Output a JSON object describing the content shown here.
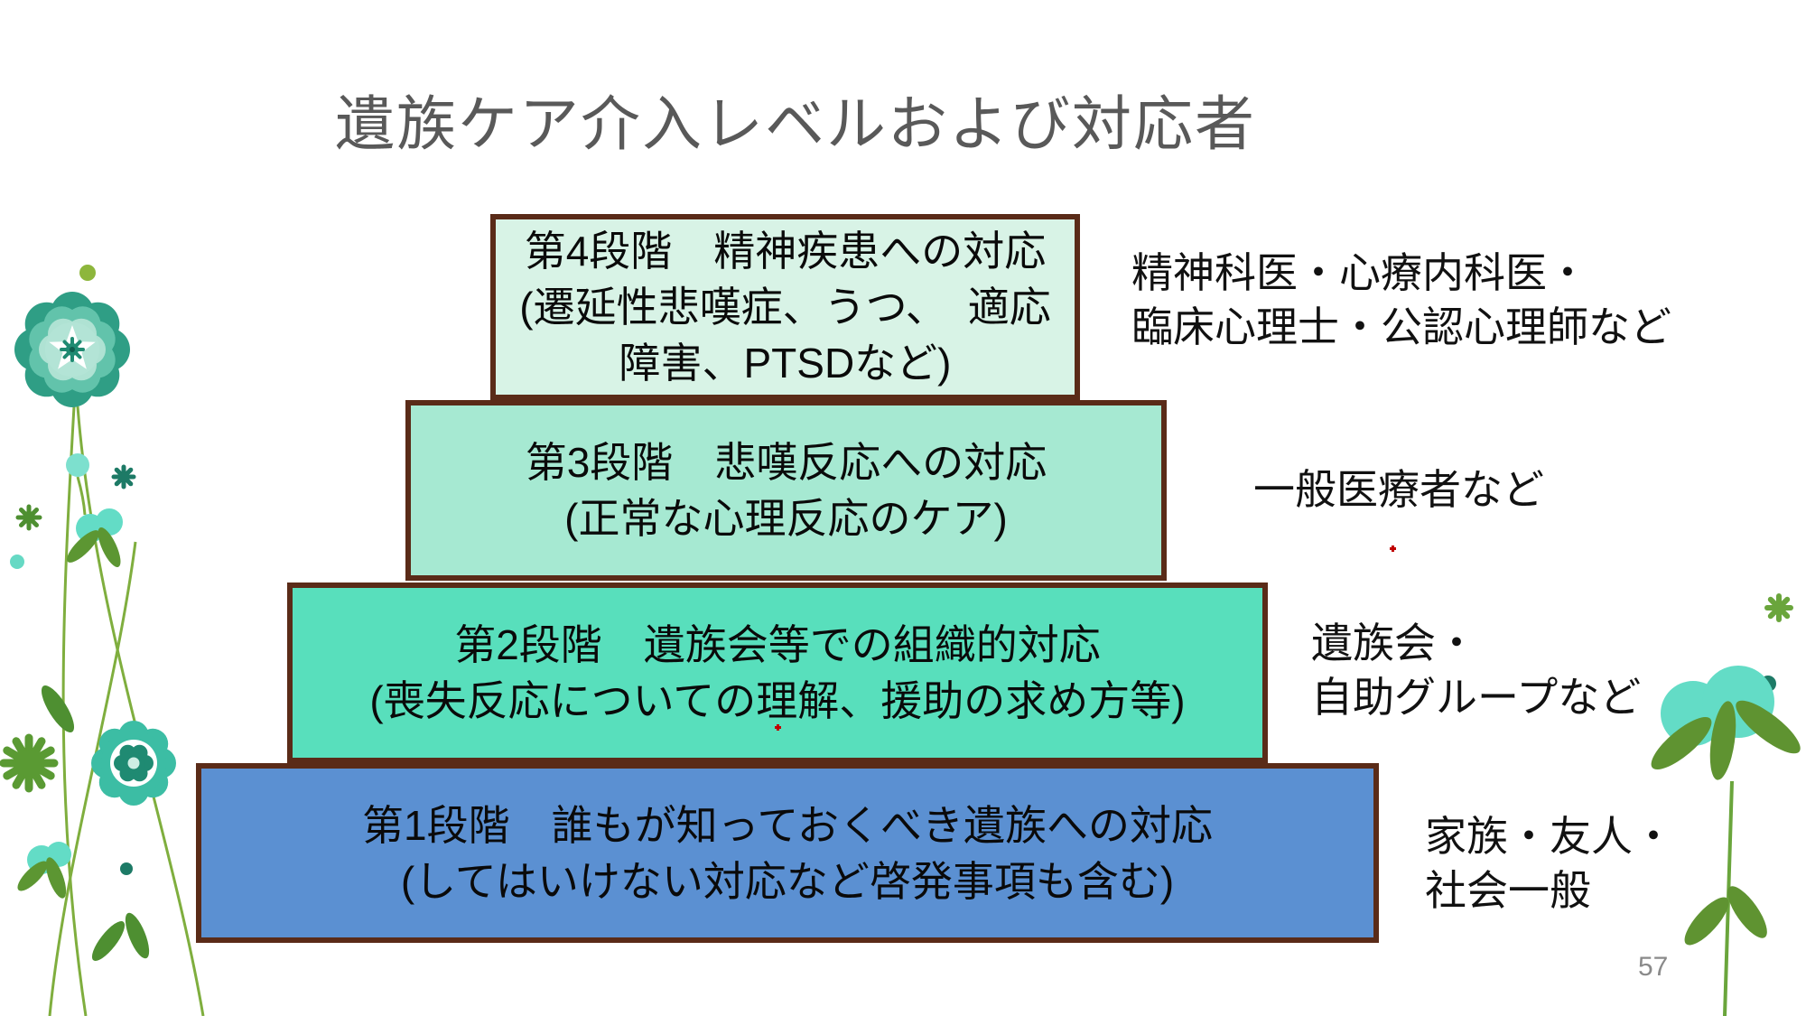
{
  "slide": {
    "title": "遺族ケア介入レベルおよび対応者",
    "page_number": "57",
    "background": "#ffffff"
  },
  "pyramid": {
    "border_color": "#5a2b18",
    "levels": [
      {
        "lines": [
          "第4段階　精神疾患への対応",
          "(遷延性悲嘆症、うつ、　適応",
          "障害、PTSDなど)"
        ],
        "fill": "#d8f3e6",
        "responder_lines": [
          "精神科医・心療内科医・",
          "臨床心理士・公認心理師など"
        ]
      },
      {
        "lines": [
          "第3段階　悲嘆反応への対応",
          "(正常な心理反応のケア)"
        ],
        "fill": "#a6e9d2",
        "responder_lines": [
          "一般医療者など"
        ]
      },
      {
        "lines": [
          "第2段階　遺族会等での組織的対応",
          "(喪失反応についての理解、援助の求め方等)"
        ],
        "fill": "#58dfbc",
        "responder_lines": [
          "遺族会・",
          "自助グループなど"
        ]
      },
      {
        "lines": [
          "第1段階　誰もが知っておくべき遺族への対応",
          "(してはいけない対応など啓発事項も含む)"
        ],
        "fill": "#5b90d2",
        "responder_lines": [
          "家族・友人・",
          "社会一般"
        ]
      }
    ]
  },
  "colors": {
    "title_text": "#595959",
    "box_border": "#5a2b18",
    "box_text": "#0a0a0a",
    "responder_text": "#111111",
    "page_number_text": "#8a8a8a",
    "red_mark": "#c00000",
    "deco_teal": "#2f9e85",
    "deco_dark_teal": "#1f8a72",
    "deco_mint": "#63dcc6",
    "deco_light_mint": "#a9e4d6",
    "deco_leaf_green": "#5c9632",
    "deco_stem_green": "#7fae3e",
    "deco_olive": "#8db63c"
  },
  "decorations": {
    "left": "flower-decoration-left",
    "right": "flower-decoration-right"
  }
}
